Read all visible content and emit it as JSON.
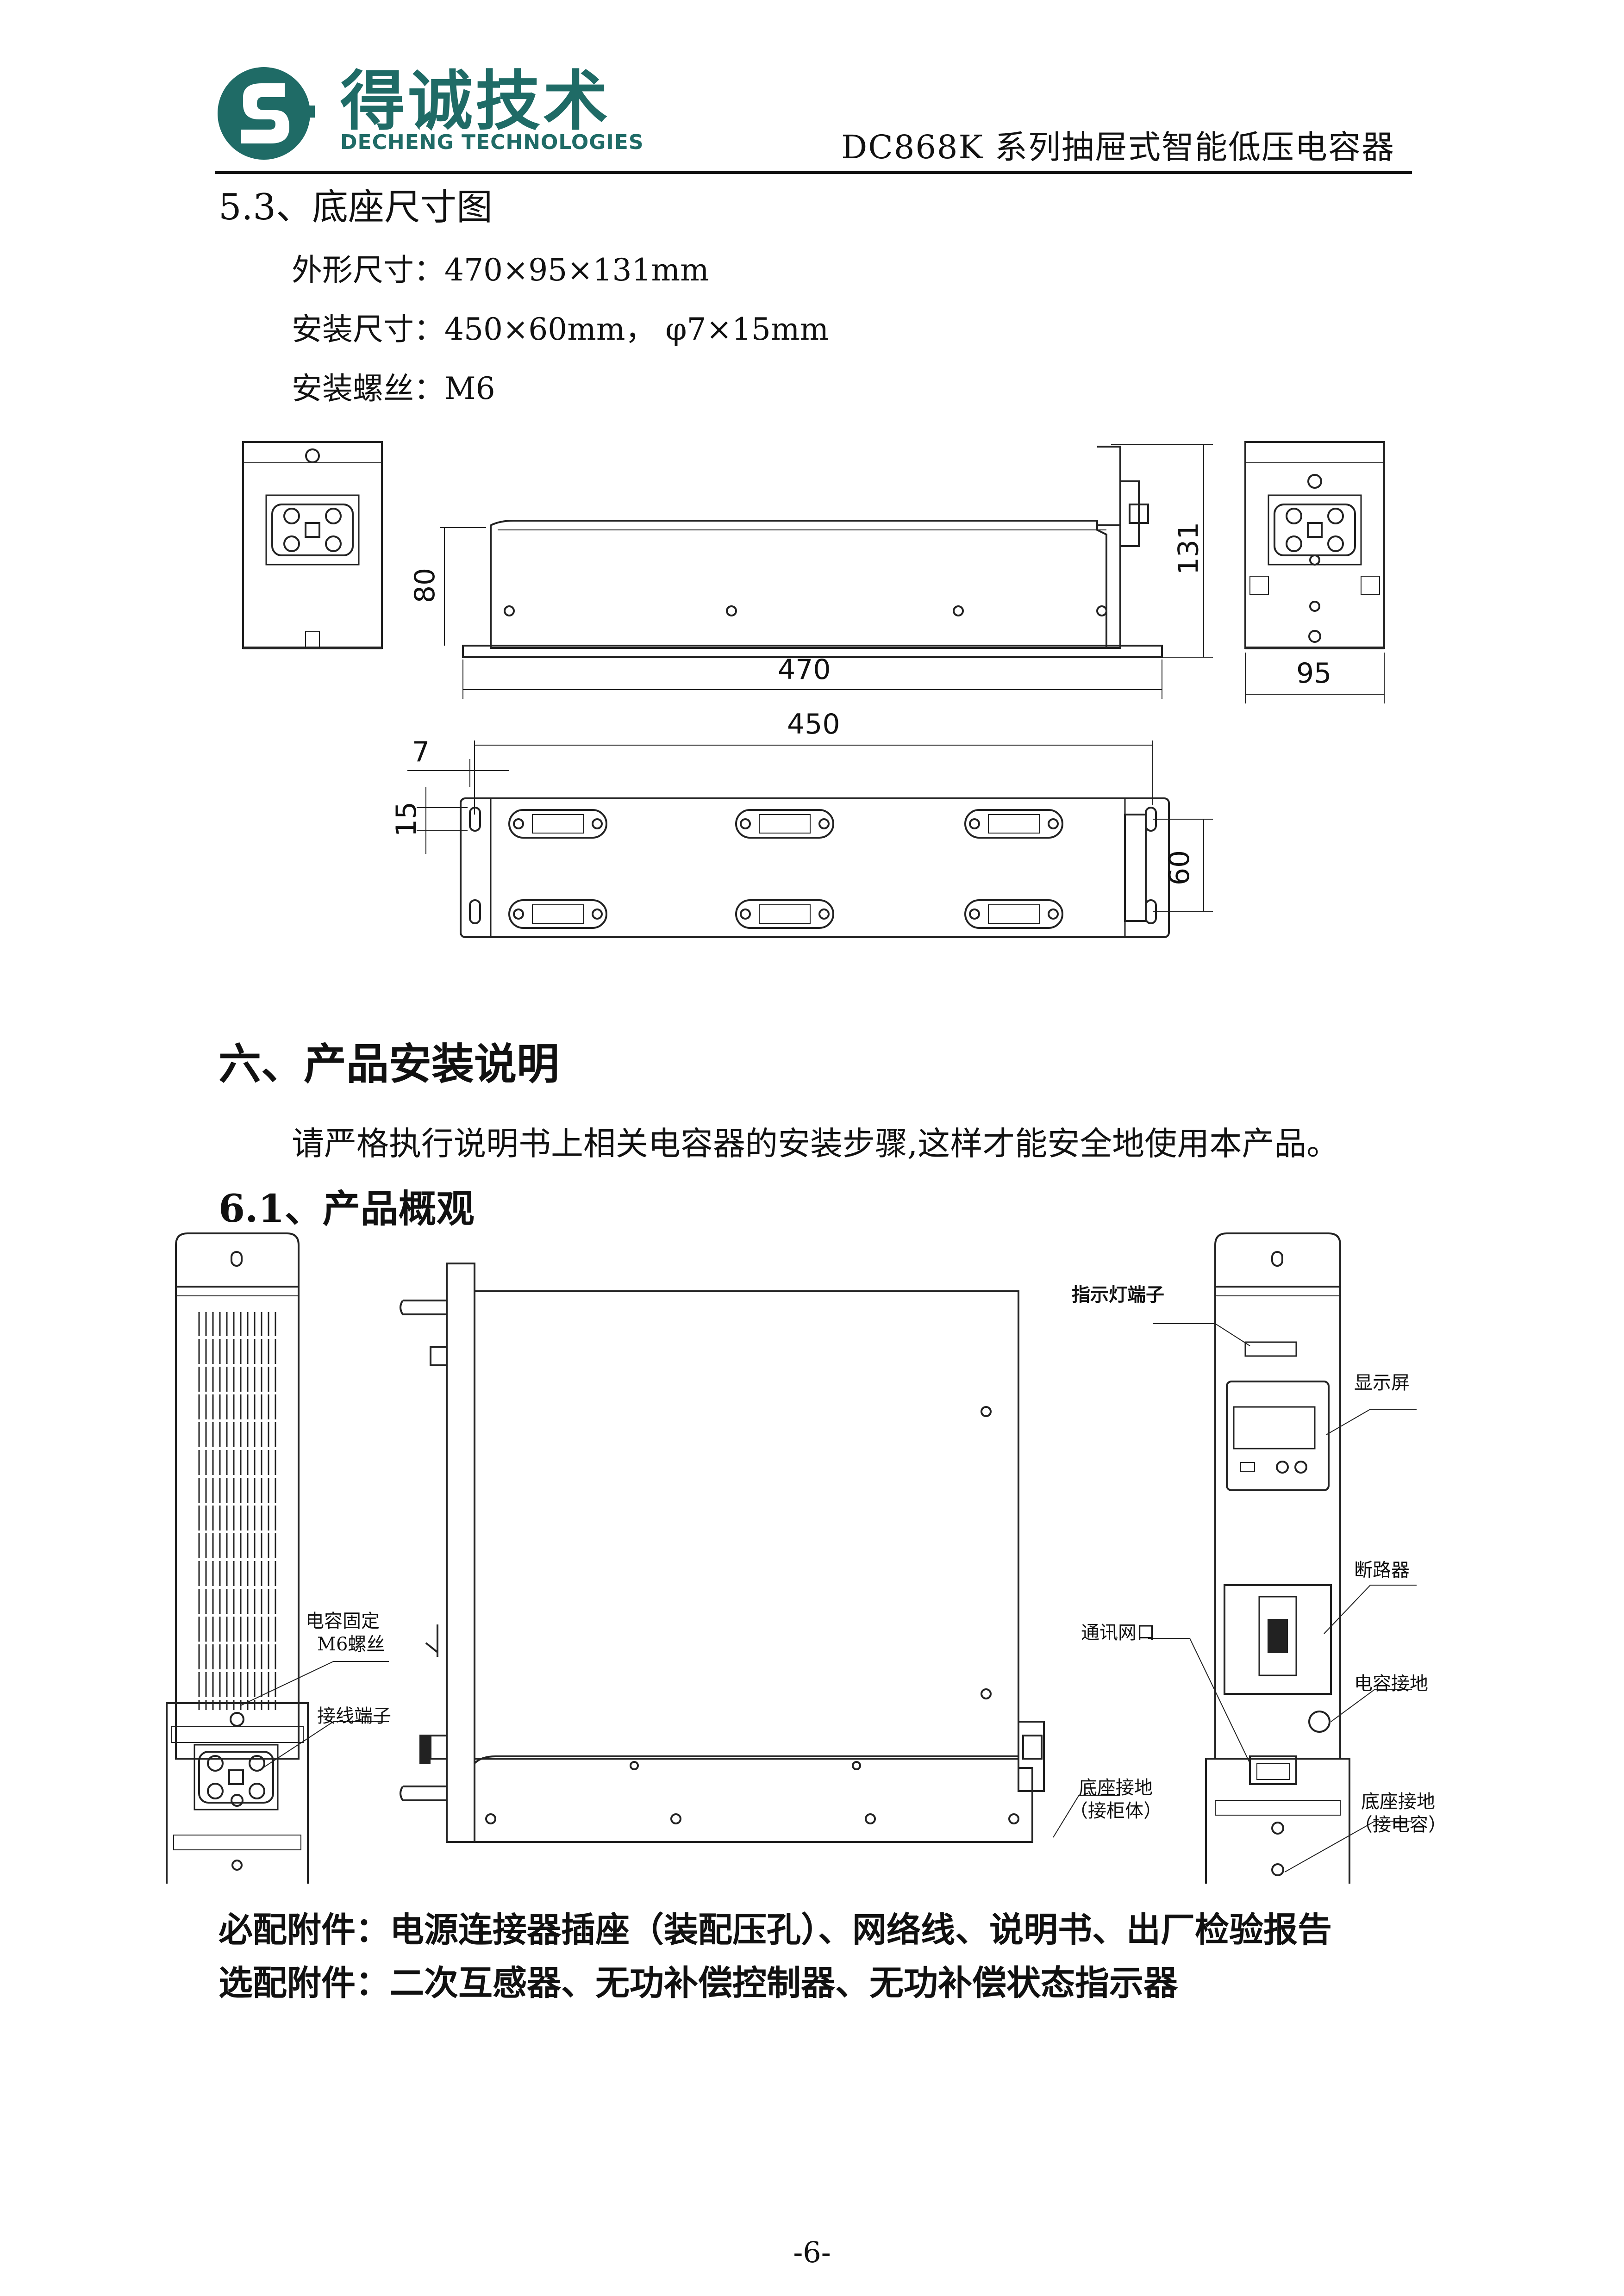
{
  "header": {
    "company_cn": "得诚技术",
    "company_en": "DECHENG TECHNOLOGIES",
    "doc_title": "DC868K 系列抽屉式智能低压电容器",
    "logo_color": "#1f6b66"
  },
  "section_5_3": {
    "heading": "5.3、底座尺寸图",
    "specs": [
      "外形尺寸：470×95×131mm",
      "安装尺寸：450×60mm， φ7×15mm",
      "安装螺丝：M6"
    ],
    "dimensions": {
      "d80": "80",
      "d470": "470",
      "d131": "131",
      "d95": "95",
      "d450": "450",
      "d7": "7",
      "d15": "15",
      "d60": "60"
    }
  },
  "section_6": {
    "heading": "六、产品安装说明",
    "intro": "请严格执行说明书上相关电容器的安装步骤,这样才能安全地使用本产品。"
  },
  "section_6_1": {
    "heading": "6.1、产品概观",
    "labels": {
      "cap_fix_1": "电容固定",
      "cap_fix_2": "M6螺丝",
      "terminal": "接线端子",
      "indicator_terminal": "指示灯端子",
      "display": "显示屏",
      "breaker": "断路器",
      "network_port": "通讯网口",
      "cap_ground": "电容接地",
      "base_ground_l1": "底座接地",
      "base_ground_l2": "（接柜体）",
      "base_ground_r1": "底座接地",
      "base_ground_r2": "（接电容）"
    }
  },
  "accessories": {
    "required": "必配附件：电源连接器插座（装配压孔）、网络线、说明书、出厂检验报告",
    "optional": "选配附件：二次互感器、无功补偿控制器、无功补偿状态指示器"
  },
  "page_number": "-6-"
}
